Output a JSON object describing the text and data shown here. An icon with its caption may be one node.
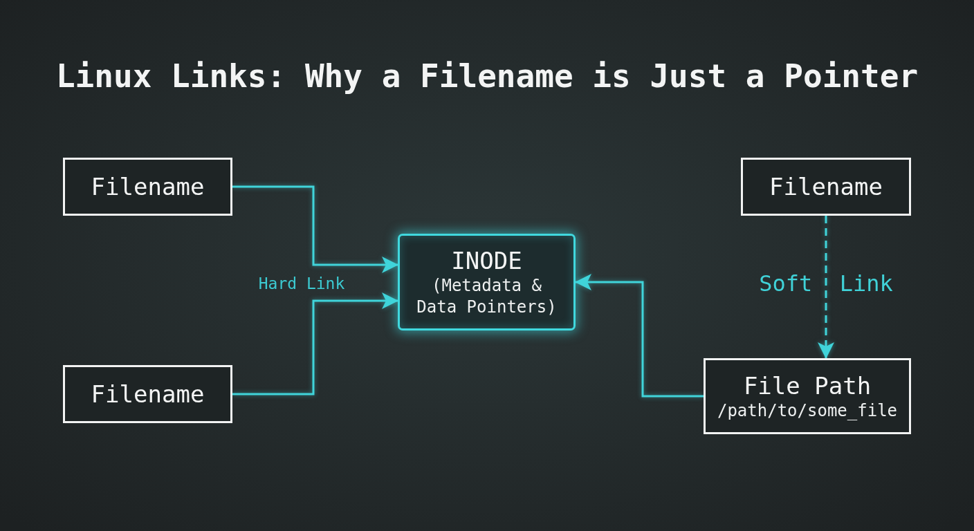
{
  "diagram": {
    "title": "Linux Links: Why a Filename is Just a Pointer",
    "nodes": [
      {
        "text": [
          "Filename"
        ]
      },
      {
        "text": [
          "Filename"
        ]
      },
      {
        "text": [
          "INODE",
          "(Metadata & Data Pointers)"
        ]
      },
      {
        "text": [
          "Filename"
        ]
      },
      {
        "text": [
          "File Path",
          "/path/to/some_file"
        ]
      }
    ],
    "edges": [
      {
        "from": 0,
        "to": 2,
        "arrow": "to"
      },
      {
        "from": 1,
        "to": 2,
        "arrow": "to"
      },
      {
        "from": 4,
        "to": 2,
        "arrow": "to"
      },
      {
        "from": 3,
        "to": 4,
        "arrow": "to",
        "style": "dashed",
        "label": "Soft Link"
      }
    ],
    "labels": [
      "Hard Link"
    ]
  }
}
